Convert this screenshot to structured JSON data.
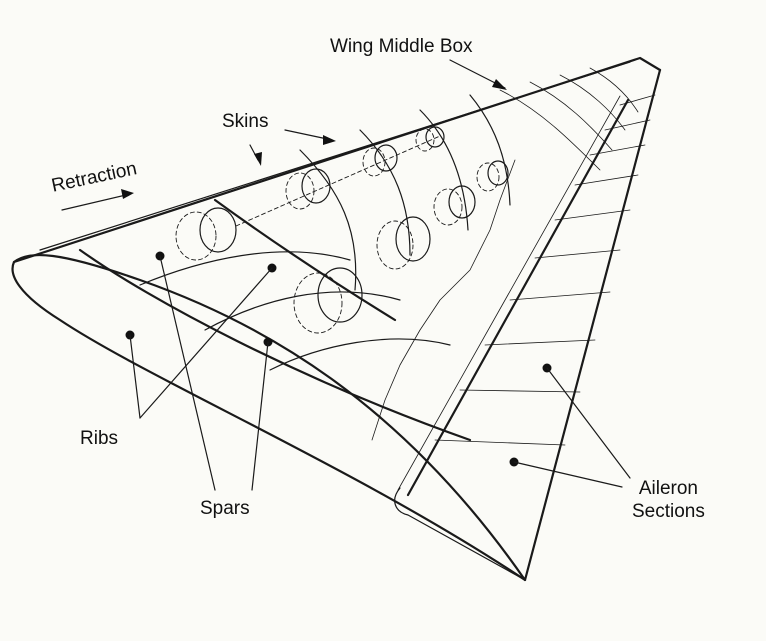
{
  "labels": {
    "wing_middle_box": "Wing Middle Box",
    "skins": "Skins",
    "retraction": "Retraction",
    "ribs": "Ribs",
    "spars": "Spars",
    "aileron_line1": "Aileron",
    "aileron_line2": "Sections"
  }
}
